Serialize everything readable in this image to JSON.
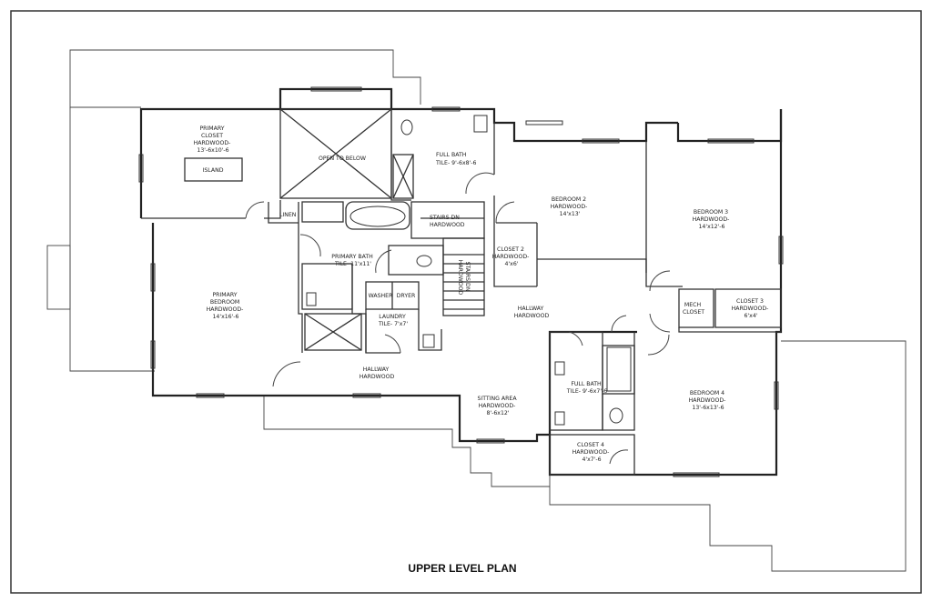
{
  "plan_title": "UPPER LEVEL PLAN",
  "rooms": {
    "primary_closet": [
      "PRIMARY",
      "CLOSET",
      "HARDWOOD-",
      "13'-6x10'-6"
    ],
    "island": "ISLAND",
    "open_to_below": "OPEN TO BELOW",
    "full_bath_1": [
      "FULL BATH",
      "TILE- 9'-6x8'-6"
    ],
    "linen": "LINEN",
    "stairs_dn_1": [
      "STAIRS DN",
      "HARDWOOD"
    ],
    "primary_bath": [
      "PRIMARY BATH",
      "TILE- 11'x11'"
    ],
    "primary_bedroom": [
      "PRIMARY",
      "BEDROOM",
      "HARDWOOD-",
      "14'x16'-6"
    ],
    "washer": "WASHER",
    "dryer": "DRYER",
    "laundry": [
      "LAUNDRY",
      "TILE- 7'x7'"
    ],
    "stairs_dn_2": [
      "STAIRS DN",
      "HARDWOOD"
    ],
    "bedroom_2": [
      "BEDROOM 2",
      "HARDWOOD-",
      "14'x13'"
    ],
    "closet_2": [
      "CLOSET 2",
      "HARDWOOD-",
      "4'x6'"
    ],
    "bedroom_3": [
      "BEDROOM 3",
      "HARDWOOD-",
      "14'x12'-6"
    ],
    "mech_closet": [
      "MECH",
      "CLOSET"
    ],
    "closet_3": [
      "CLOSET 3",
      "HARDWOOD-",
      "6'x4'"
    ],
    "hallway_1": [
      "HALLWAY",
      "HARDWOOD"
    ],
    "hallway_2": [
      "HALLWAY",
      "HARDWOOD"
    ],
    "sitting_area": [
      "SITTING AREA",
      "HARDWOOD-",
      "8'-6x12'"
    ],
    "full_bath_2": [
      "FULL BATH",
      "TILE- 9'-6x7'-6"
    ],
    "bedroom_4": [
      "BEDROOM 4",
      "HARDWOOD-",
      "13'-6x13'-6"
    ],
    "closet_4": [
      "CLOSET 4",
      "HARDWOOD-",
      "4'x7'-6"
    ]
  }
}
